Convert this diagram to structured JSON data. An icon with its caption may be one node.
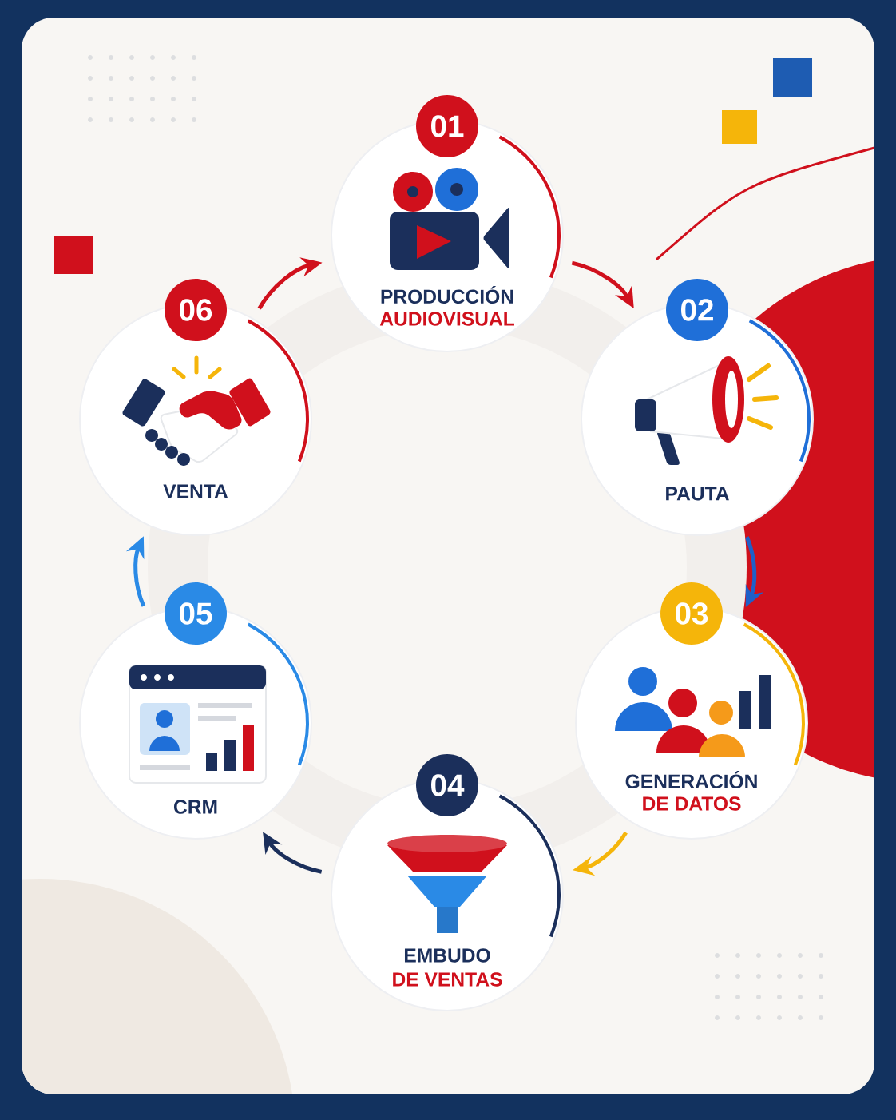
{
  "diagram": {
    "nodes": [
      {
        "text": [
          "01",
          "PRODUCCIÓN",
          "AUDIOVISUAL"
        ]
      },
      {
        "text": [
          "02",
          "PAUTA"
        ]
      },
      {
        "text": [
          "03",
          "GENERACIÓN",
          "DE DATOS"
        ]
      },
      {
        "text": [
          "04",
          "EMBUDO",
          "DE VENTAS"
        ]
      },
      {
        "text": [
          "05",
          "CRM"
        ]
      },
      {
        "text": [
          "06",
          "VENTA"
        ]
      }
    ],
    "edges": [
      {
        "from": 0,
        "to": 1,
        "arrow": "to",
        "color": "#d0101c"
      },
      {
        "from": 1,
        "to": 2,
        "arrow": "to",
        "color": "#1f5fc8"
      },
      {
        "from": 2,
        "to": 3,
        "arrow": "to",
        "color": "#f5b50a"
      },
      {
        "from": 3,
        "to": 4,
        "arrow": "to",
        "color": "#1b2f5b"
      },
      {
        "from": 4,
        "to": 5,
        "arrow": "to",
        "color": "#2a8ae6"
      },
      {
        "from": 5,
        "to": 0,
        "arrow": "to",
        "color": "#d0101c"
      }
    ]
  }
}
